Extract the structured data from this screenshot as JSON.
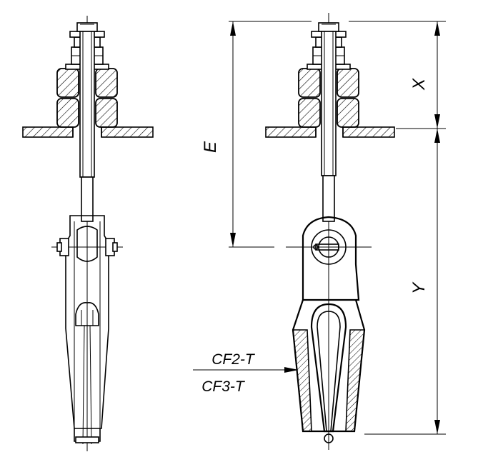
{
  "drawing": {
    "dimensions": {
      "e": "E",
      "x": "X",
      "y": "Y"
    },
    "callout": {
      "line1": "CF2-T",
      "line2": "CF3-T"
    }
  }
}
